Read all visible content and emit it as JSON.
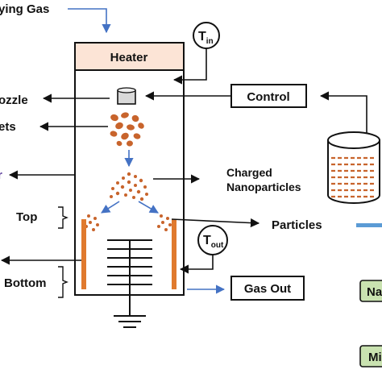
{
  "labels": {
    "drying_gas": "ying Gas",
    "heater": "Heater",
    "t_in_main": "T",
    "t_in_sub": "in",
    "t_out_main": "T",
    "t_out_sub": "out",
    "nozzle": "ozzle",
    "droplets": "ets",
    "control": "Control",
    "charged_line1": "Charged",
    "charged_line2": "Nanoparticles",
    "particles": "Particles",
    "top": "Top",
    "bottom": "Bottom",
    "gas_out": "Gas Out",
    "left_edge_fragment": "r",
    "green_box_1": "Na",
    "green_box_2": "Mi"
  },
  "colors": {
    "heater_fill": "#fce4d6",
    "particle": "#c8642c",
    "electrode": "#e07a2e",
    "blue_arrow": "#4472c4",
    "green_box": "#c9e2b0",
    "purple_arrow": "#5b3b9a",
    "bar_blue": "#5b9bd5"
  }
}
